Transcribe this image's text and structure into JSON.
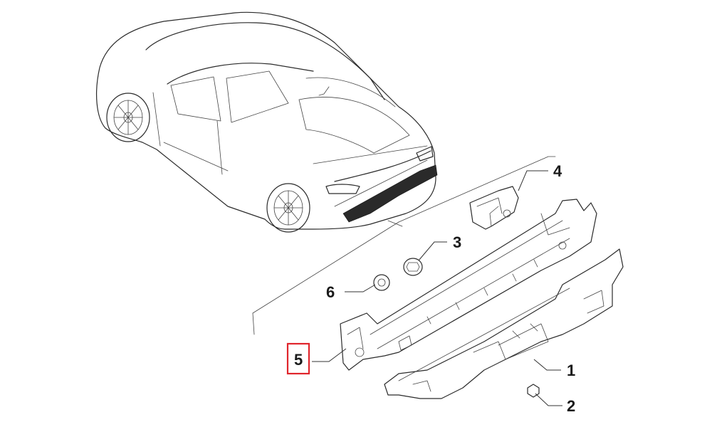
{
  "callouts": {
    "c1": "1",
    "c2": "2",
    "c3": "3",
    "c4": "4",
    "c5": "5",
    "c6": "6"
  },
  "highlight_color": "#e0252c",
  "line_color": "#2b2b2b"
}
